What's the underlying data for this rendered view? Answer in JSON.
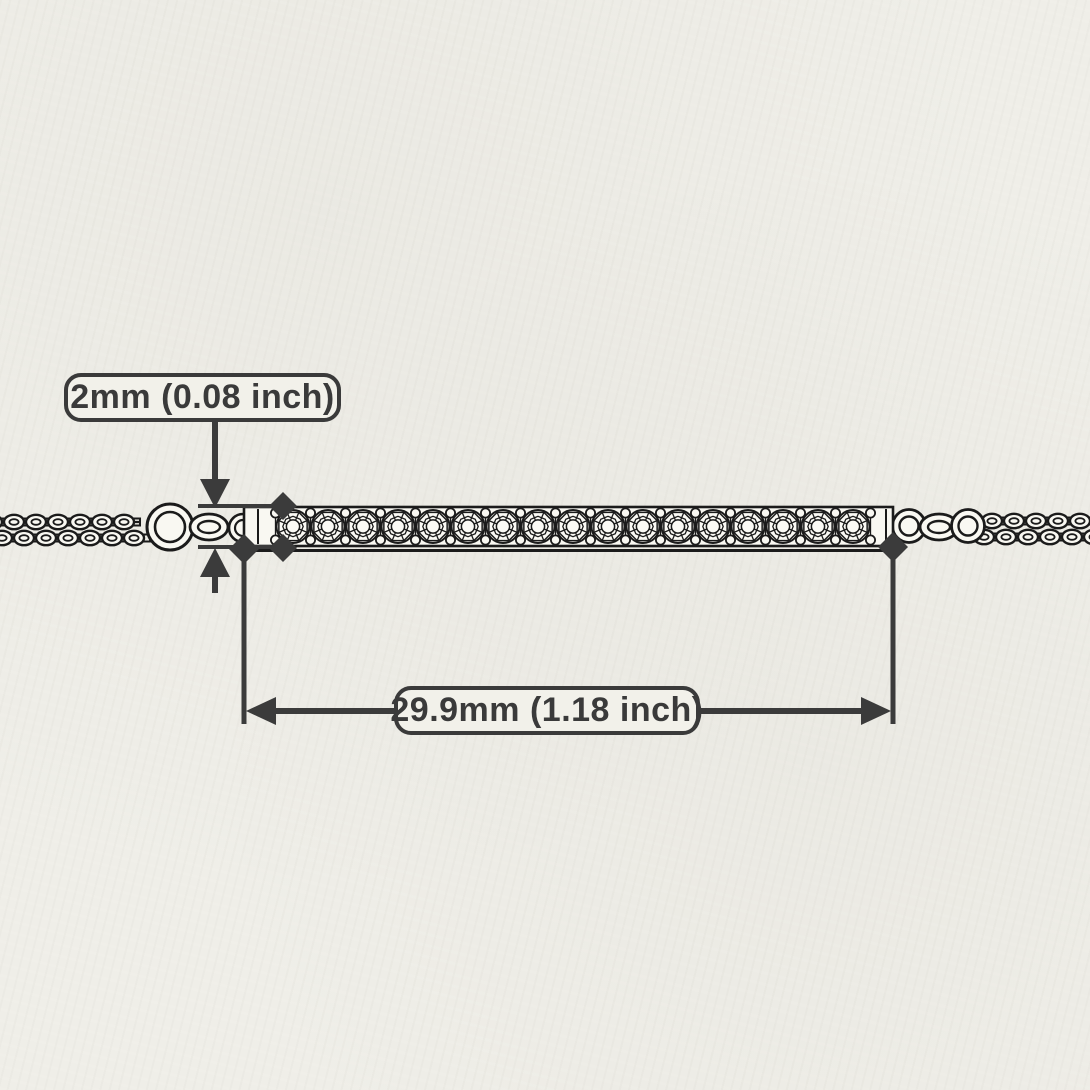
{
  "diagram": {
    "description": "Technical dimension drawing of a diamond bar bracelet on a double cable chain",
    "labels": {
      "thickness": "2mm (0.08 inch)",
      "length": "29.9mm (1.18 inch)"
    },
    "drawing": {
      "stone_count": 17,
      "chain_strands": 2,
      "parts": [
        "double-cable-chain-left",
        "connector-rings-left",
        "diamond-pave-bar",
        "connector-rings-right",
        "double-cable-chain-right"
      ],
      "marker_shape": "filled-diamond"
    },
    "colors": {
      "paper": "#efeee8",
      "ink": "#1b1b1b",
      "dimension": "#3b3b3b",
      "label_bg": "#f2f1ea",
      "metal": "#f9f8f2"
    }
  }
}
